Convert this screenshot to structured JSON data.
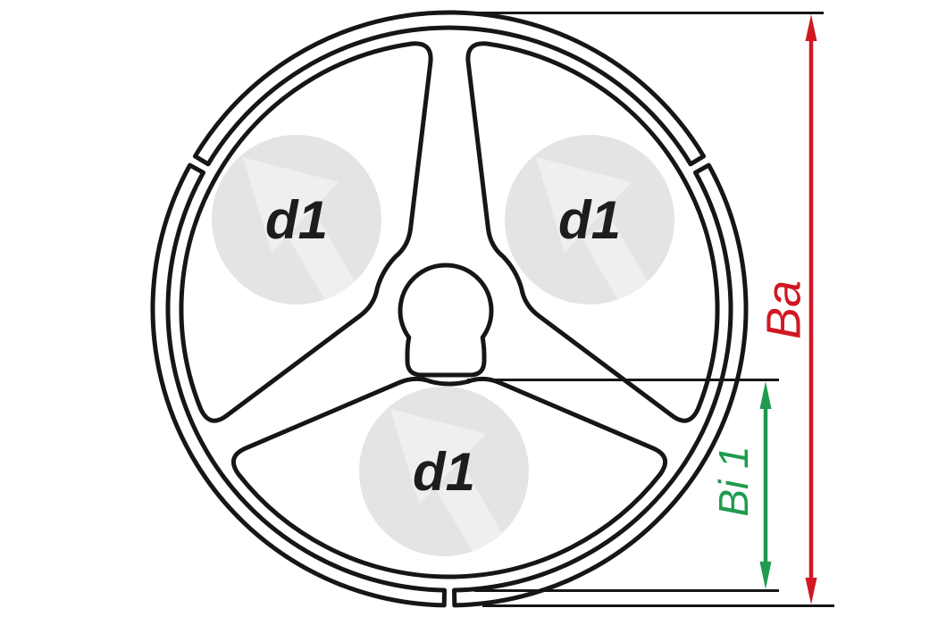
{
  "diagram": {
    "hole_label": "d1",
    "holes": [
      {
        "position": "upper-left",
        "label": "d1"
      },
      {
        "position": "upper-right",
        "label": "d1"
      },
      {
        "position": "bottom",
        "label": "d1"
      }
    ],
    "dimension_outer": {
      "label": "Ba",
      "color": "#d01823",
      "orientation": "vertical"
    },
    "dimension_inner": {
      "label": "Bi 1",
      "color": "#1e9b4e",
      "orientation": "vertical"
    },
    "colors": {
      "line": "#161616",
      "background": "#ffffff",
      "hole_fill": "#e4e4e4",
      "hole_watermark": "#efefef",
      "hole_label": "#1d1d1d"
    }
  }
}
